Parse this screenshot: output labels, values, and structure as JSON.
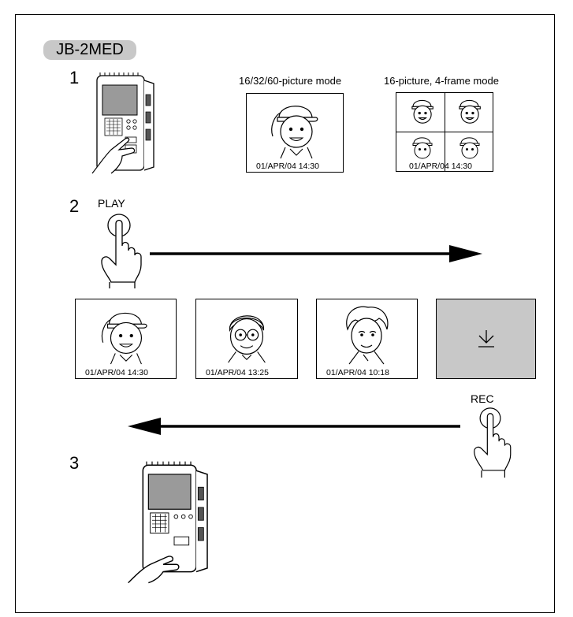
{
  "model_badge": "JB-2MED",
  "steps": {
    "s1": "1",
    "s2": "2",
    "s3": "3"
  },
  "modes": {
    "single_label": "16/32/60-picture mode",
    "quad_label": "16-picture, 4-frame mode",
    "single_timestamp": "01/APR/04 14:30",
    "quad_timestamp": "01/APR/04 14:30"
  },
  "buttons": {
    "play": "PLAY",
    "rec": "REC"
  },
  "playback_frames": [
    {
      "timestamp": "01/APR/04 14:30"
    },
    {
      "timestamp": "01/APR/04  13:25"
    },
    {
      "timestamp": "01/APR/04 10:18"
    }
  ],
  "icons": {
    "device": "monitor-device-icon",
    "hand": "pressing-hand-icon",
    "arrow_right": "arrow-right-icon",
    "arrow_left": "arrow-left-icon",
    "record_slot": "record-arrow-icon"
  }
}
